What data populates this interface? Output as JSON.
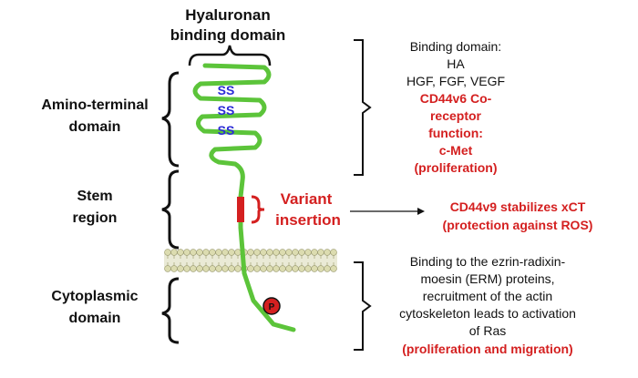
{
  "labels": {
    "hyaluronan_line1": "Hyaluronan",
    "hyaluronan_line2": "binding domain",
    "amino_line1": "Amino-terminal",
    "amino_line2": "domain",
    "stem_line1": "Stem",
    "stem_line2": "region",
    "cyto_line1": "Cytoplasmic",
    "cyto_line2": "domain",
    "variant_line1": "Variant",
    "variant_line2": "insertion",
    "ss": "SS",
    "phospho": "P"
  },
  "binding_box": {
    "line1": "Binding domain:",
    "line2": "HA",
    "line3": "HGF, FGF, VEGF",
    "red1": "CD44v6 Co-",
    "red2": "receptor",
    "red3": "function:",
    "red4": "c-Met",
    "red5": "(proliferation)"
  },
  "variant_note": {
    "line1": "CD44v9 stabilizes xCT",
    "line2": "(protection against ROS)"
  },
  "cyto_box": {
    "line1": "Binding to the ezrin-radixin-",
    "line2": "moesin (ERM) proteins,",
    "line3": "recruitment of the actin",
    "line4": "cytoskeleton leads to activation",
    "line5": "of Ras",
    "red": "(proliferation and migration)"
  },
  "colors": {
    "protein": "#5cc43a",
    "accent_red": "#d42020",
    "ss_blue": "#2b2bd6",
    "membrane_head": "#dcdcb0",
    "membrane_tail": "#b8b890"
  }
}
